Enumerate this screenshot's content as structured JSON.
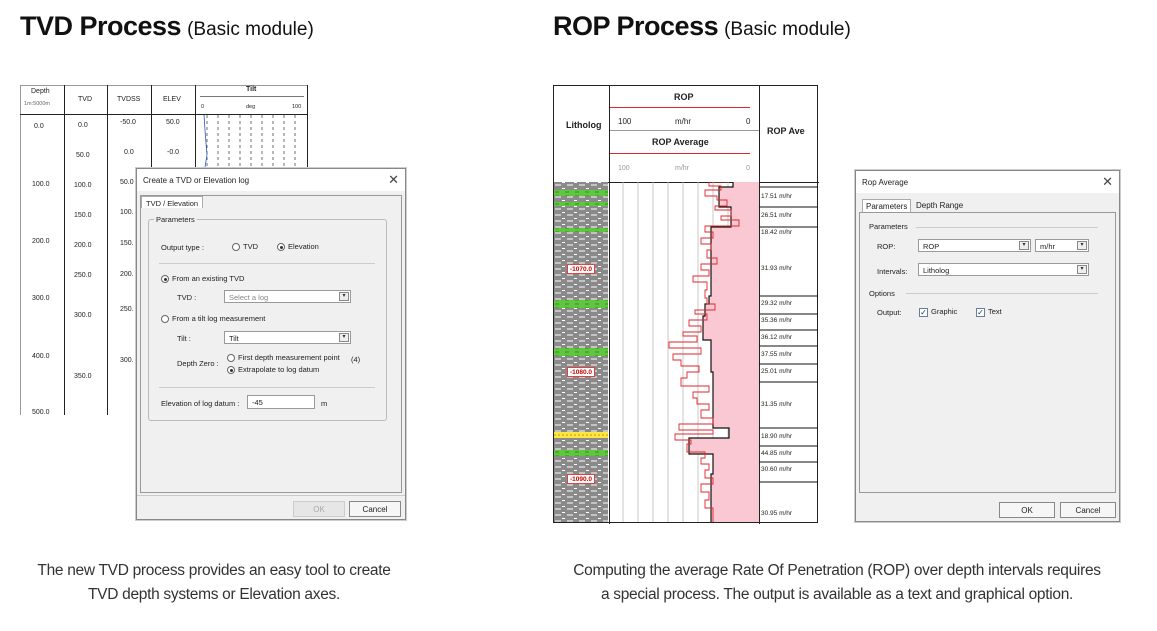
{
  "tvd": {
    "title": "TVD Process",
    "subtitle": "(Basic module)",
    "caption_line1": "The new TVD process provides an easy tool to create",
    "caption_line2": "TVD depth systems or Elevation axes.",
    "table": {
      "headers": {
        "depth": "Depth",
        "depth_scale": "1m:5000m",
        "tvd": "TVD",
        "tvdss": "TVDSS",
        "elev": "ELEV",
        "tilt": "Tilt",
        "tilt_min": "0",
        "tilt_unit": "deg",
        "tilt_max": "100"
      },
      "depth_values": [
        "0.0",
        "100.0",
        "200.0",
        "300.0",
        "400.0",
        "500.0"
      ],
      "tvd_values": [
        "0.0",
        "50.0",
        "100.0",
        "150.0",
        "200.0",
        "250.0",
        "300.0",
        "350.0"
      ],
      "tvdss_values": [
        "-50.0",
        "0.0",
        "50.0",
        "100.",
        "150.",
        "200.",
        "250.",
        "300."
      ],
      "elev_values": [
        "50.0",
        "-0.0"
      ]
    },
    "dialog": {
      "title": "Create a TVD or Elevation log",
      "tab": "TVD / Elevation",
      "group": "Parameters",
      "output_type_label": "Output type :",
      "opt_tvd": "TVD",
      "opt_elevation": "Elevation",
      "from_existing": "From an existing TVD",
      "tvd_label": "TVD :",
      "tvd_placeholder": "Select a log",
      "from_tilt": "From a tilt log measurement",
      "tilt_label": "Tilt :",
      "tilt_value": "Tilt",
      "depth_zero_label": "Depth Zero :",
      "first_depth": "First depth measurement point",
      "first_depth_count": "(4)",
      "extrapolate": "Extrapolate to log datum",
      "elevation_label": "Elevation of log datum :",
      "elevation_value": "-45",
      "elevation_unit": "m",
      "ok": "OK",
      "cancel": "Cancel"
    }
  },
  "rop": {
    "title": "ROP Process",
    "subtitle": "(Basic module)",
    "caption_line1": "Computing the average Rate Of Penetration (ROP) over depth intervals requires",
    "caption_line2": "a special process. The output is available as a text and graphical option.",
    "log": {
      "litholog": "Litholog",
      "rop": "ROP",
      "rop_min": "100",
      "rop_unit": "m/hr",
      "rop_max": "0",
      "rop_average": "ROP Average",
      "avg_min": "100",
      "avg_unit": "m/hr",
      "avg_max": "0",
      "rop_ave_col": "ROP Ave",
      "depth_markers": [
        "-1070.0",
        "-1080.0",
        "-1090.0"
      ],
      "values": [
        "17.51 m/hr",
        "26.51 m/hr",
        "18.42 m/hr",
        "31.93 m/hr",
        "29.32 m/hr",
        "35.36 m/hr",
        "36.12 m/hr",
        "37.55 m/hr",
        "25.01 m/hr",
        "31.35 m/hr",
        "18.90 m/hr",
        "44.85 m/hr",
        "30.60 m/hr",
        "30.95 m/hr"
      ],
      "colors": {
        "avg_fill": "#f9c8d2",
        "rop_line": "#e0262b",
        "shale": "#8a8a8a",
        "sand_green": "#5fc640",
        "yellow": "#ffe640"
      }
    },
    "dialog": {
      "title": "Rop Average",
      "tab_parameters": "Parameters",
      "tab_depth_range": "Depth Range",
      "group_parameters": "Parameters",
      "rop_label": "ROP:",
      "rop_value": "ROP",
      "unit_value": "m/hr",
      "intervals_label": "Intervals:",
      "intervals_value": "Litholog",
      "group_options": "Options",
      "output_label": "Output:",
      "graphic": "Graphic",
      "text": "Text",
      "ok": "OK",
      "cancel": "Cancel"
    }
  }
}
